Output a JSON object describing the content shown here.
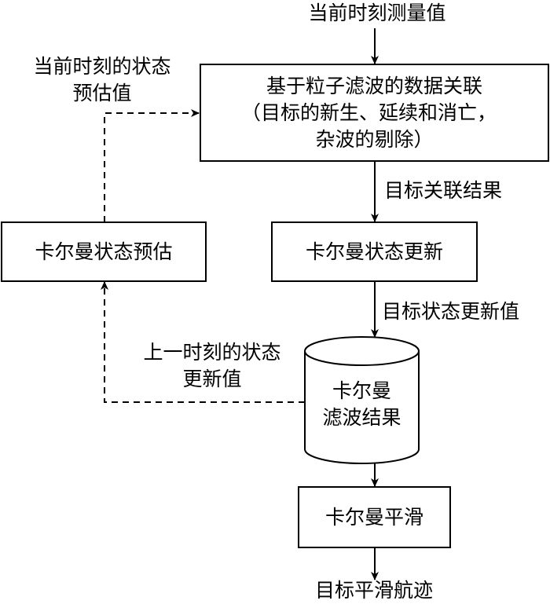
{
  "diagram": {
    "title": "Particle-filter data association + Kalman filtering flow",
    "nodes": {
      "measurement_input": {
        "label": "当前时刻测量值"
      },
      "data_association": {
        "lines": [
          "基于粒子滤波的数据关联",
          "（目标的新生、延续和消亡，",
          "杂波的剔除）"
        ]
      },
      "kalman_predict": {
        "label": "卡尔曼状态预估"
      },
      "kalman_update": {
        "label": "卡尔曼状态更新"
      },
      "kalman_filter_result": {
        "lines": [
          "卡尔曼",
          "滤波结果"
        ]
      },
      "kalman_smooth": {
        "label": "卡尔曼平滑"
      },
      "smoothed_track_output": {
        "label": "目标平滑航迹"
      }
    },
    "edges": {
      "predict_to_association": {
        "lines": [
          "当前时刻的状态",
          "预估值"
        ],
        "style": "dashed"
      },
      "association_to_update": {
        "label": "目标关联结果",
        "style": "solid"
      },
      "update_to_result": {
        "label": "目标状态更新值",
        "style": "solid"
      },
      "result_to_predict": {
        "lines": [
          "上一时刻的状态",
          "更新值"
        ],
        "style": "dashed"
      }
    },
    "colors": {
      "stroke": "#000000",
      "background": "#ffffff"
    }
  }
}
